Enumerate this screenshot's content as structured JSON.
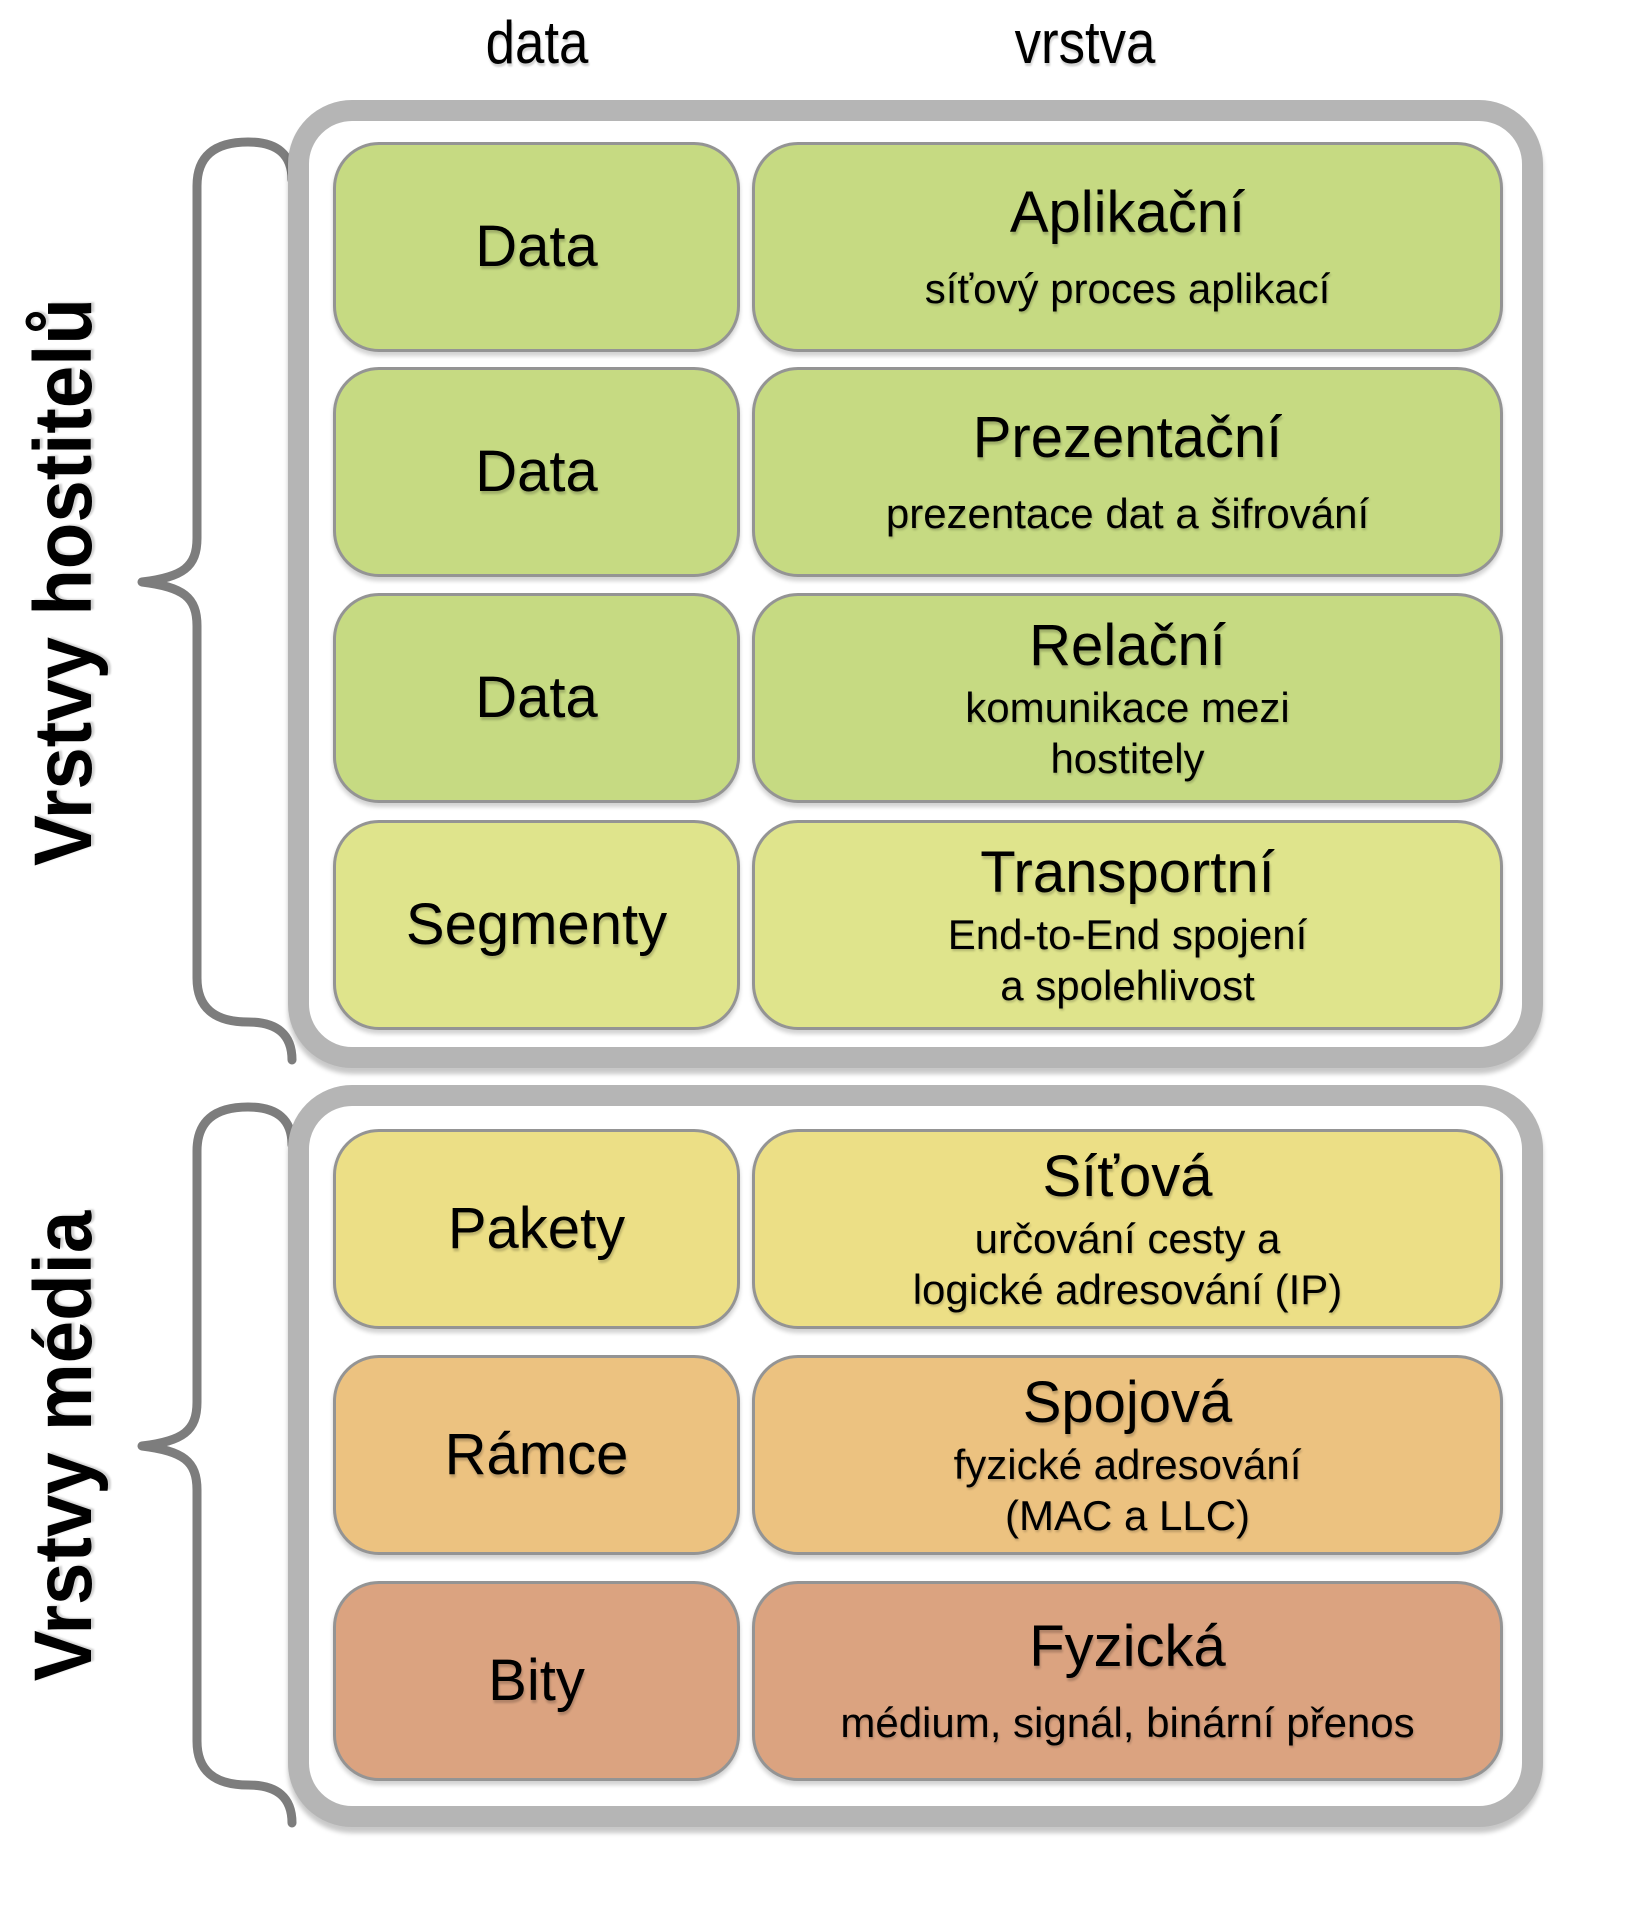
{
  "column_headers": {
    "data": "data",
    "layer": "vrstva"
  },
  "side_groups": [
    {
      "label": "Vrstvy hostitelů"
    },
    {
      "label": "Vrstvy média"
    }
  ],
  "rows": [
    {
      "pdu": "Data",
      "layer_name": "Aplikační",
      "description_lines": [
        "síťový proces aplikací"
      ],
      "fill": "#c6da82"
    },
    {
      "pdu": "Data",
      "layer_name": "Prezentační",
      "description_lines": [
        "prezentace dat a šifrování"
      ],
      "fill": "#c6da82"
    },
    {
      "pdu": "Data",
      "layer_name": "Relační",
      "description_lines": [
        "komunikace mezi",
        "hostitely"
      ],
      "fill": "#c6da82"
    },
    {
      "pdu": "Segmenty",
      "layer_name": "Transportní",
      "description_lines": [
        "End-to-End spojení",
        "a spolehlivost"
      ],
      "fill": "#dfe48c"
    },
    {
      "pdu": "Pakety",
      "layer_name": "Síťová",
      "description_lines": [
        "určování cesty a",
        "logické adresování (IP)"
      ],
      "fill": "#ecdf86"
    },
    {
      "pdu": "Rámce",
      "layer_name": "Spojová",
      "description_lines": [
        "fyzické adresování",
        "(MAC a LLC)"
      ],
      "fill": "#ecc280"
    },
    {
      "pdu": "Bity",
      "layer_name": "Fyzická",
      "description_lines": [
        "médium, signál, binární přenos"
      ],
      "fill": "#dba380"
    }
  ],
  "style": {
    "box_border": "#949494",
    "container_border": "#b5b5b5",
    "brace_color": "#7d7d7d",
    "text_color": "#000000",
    "background": "#ffffff"
  }
}
